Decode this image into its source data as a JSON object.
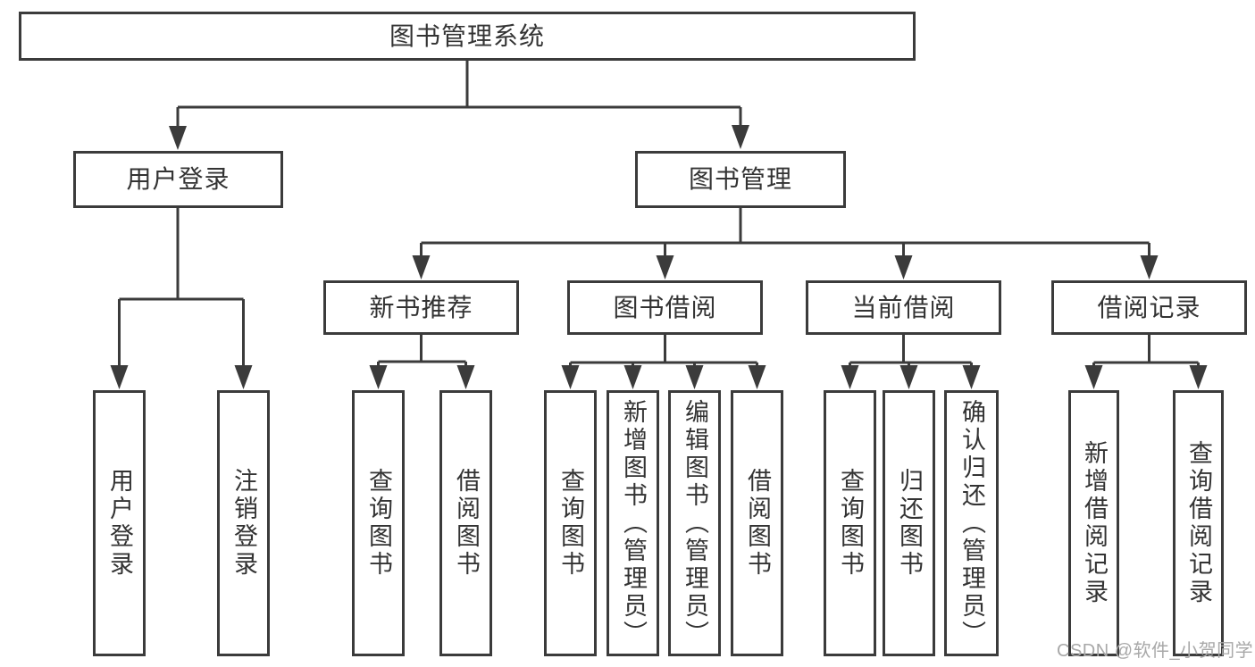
{
  "diagram_type": "hierarchy-chart",
  "colors": {
    "line": "#3b3b3b",
    "box_border": "#3b3b3b",
    "text": "#333333",
    "watermark": "#a8a8a8",
    "background": "#ffffff"
  },
  "watermark": "CSDN @软件_小贺同学",
  "tree": {
    "root": "图书管理系统",
    "children": [
      {
        "label": "用户登录",
        "children": [
          "用户登录",
          "注销登录"
        ]
      },
      {
        "label": "图书管理",
        "children": [
          {
            "label": "新书推荐",
            "children": [
              "查询图书",
              "借阅图书"
            ]
          },
          {
            "label": "图书借阅",
            "children": [
              "查询图书",
              "新增图书（管理员）",
              "编辑图书（管理员）",
              "借阅图书"
            ]
          },
          {
            "label": "当前借阅",
            "children": [
              "查询图书",
              "归还图书",
              "确认归还（管理员）"
            ]
          },
          {
            "label": "借阅记录",
            "children": [
              "新增借阅记录",
              "查询借阅记录"
            ]
          }
        ]
      }
    ]
  }
}
